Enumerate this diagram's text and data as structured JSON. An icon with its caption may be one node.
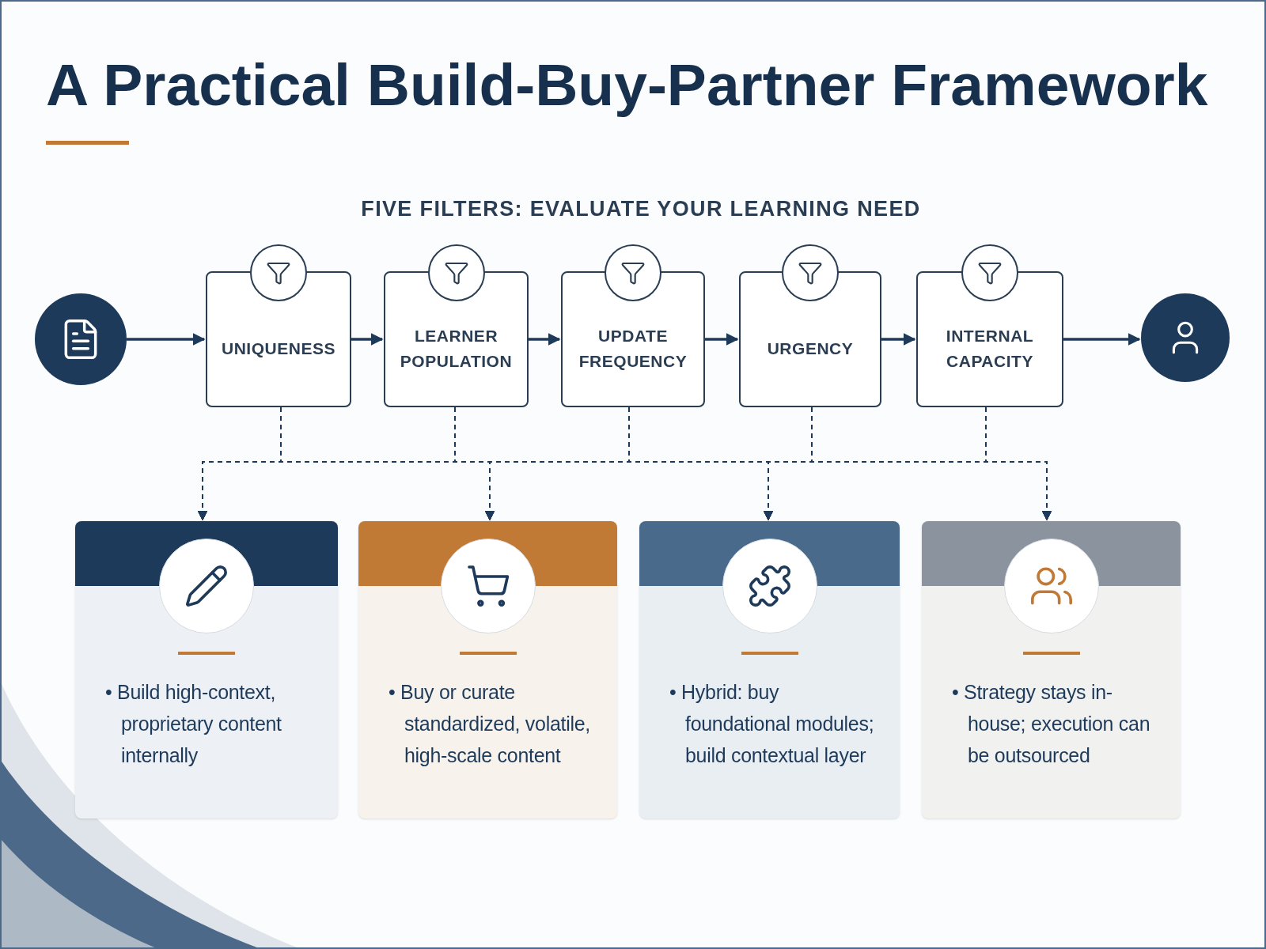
{
  "diagram": {
    "title": "A Practical Build-Buy-Partner Framework",
    "nodes": [
      {
        "text": [],
        "shape": "circle"
      },
      {
        "text": [
          "UNIQUENESS"
        ]
      },
      {
        "text": [
          "LEARNER POPULATION"
        ]
      },
      {
        "text": [
          "UPDATE FREQUENCY"
        ]
      },
      {
        "text": [
          "URGENCY"
        ]
      },
      {
        "text": [
          "INTERNAL CAPACITY"
        ]
      },
      {
        "text": [],
        "shape": "circle"
      },
      {
        "text": [
          "• Build high-context, proprietary content internally"
        ]
      },
      {
        "text": [
          "• Buy or curate standardized, volatile, high-scale content"
        ]
      },
      {
        "text": [
          "• Hybrid: buy foundational modules; build contextual layer"
        ]
      },
      {
        "text": [
          "• Strategy stays in-house; execution can be outsourced"
        ]
      }
    ],
    "edges": [
      {
        "from": 0,
        "to": 1,
        "arrow": "to"
      },
      {
        "from": 1,
        "to": 2,
        "arrow": "to"
      },
      {
        "from": 2,
        "to": 3,
        "arrow": "to"
      },
      {
        "from": 3,
        "to": 4,
        "arrow": "to"
      },
      {
        "from": 4,
        "to": 5,
        "arrow": "to"
      },
      {
        "from": 5,
        "to": 6,
        "arrow": "to"
      },
      {
        "from": 1,
        "to": 7,
        "arrow": "to",
        "style": "dashed"
      },
      {
        "from": 1,
        "to": 8,
        "arrow": "to",
        "style": "dashed"
      },
      {
        "from": 1,
        "to": 9,
        "arrow": "to",
        "style": "dashed"
      },
      {
        "from": 1,
        "to": 10,
        "arrow": "to",
        "style": "dashed"
      },
      {
        "from": 2,
        "to": 7,
        "arrow": "to",
        "style": "dashed"
      },
      {
        "from": 2,
        "to": 8,
        "arrow": "to",
        "style": "dashed"
      },
      {
        "from": 2,
        "to": 9,
        "arrow": "to",
        "style": "dashed"
      },
      {
        "from": 2,
        "to": 10,
        "arrow": "to",
        "style": "dashed"
      },
      {
        "from": 3,
        "to": 7,
        "arrow": "to",
        "style": "dashed"
      },
      {
        "from": 3,
        "to": 8,
        "arrow": "to",
        "style": "dashed"
      },
      {
        "from": 3,
        "to": 9,
        "arrow": "to",
        "style": "dashed"
      },
      {
        "from": 3,
        "to": 10,
        "arrow": "to",
        "style": "dashed"
      },
      {
        "from": 4,
        "to": 7,
        "arrow": "to",
        "style": "dashed"
      },
      {
        "from": 4,
        "to": 8,
        "arrow": "to",
        "style": "dashed"
      },
      {
        "from": 4,
        "to": 9,
        "arrow": "to",
        "style": "dashed"
      },
      {
        "from": 4,
        "to": 10,
        "arrow": "to",
        "style": "dashed"
      },
      {
        "from": 5,
        "to": 7,
        "arrow": "to",
        "style": "dashed"
      },
      {
        "from": 5,
        "to": 8,
        "arrow": "to",
        "style": "dashed"
      },
      {
        "from": 5,
        "to": 9,
        "arrow": "to",
        "style": "dashed"
      },
      {
        "from": 5,
        "to": 10,
        "arrow": "to",
        "style": "dashed"
      }
    ],
    "labels": [
      "FIVE FILTERS: EVALUATE YOUR LEARNING NEED"
    ]
  }
}
